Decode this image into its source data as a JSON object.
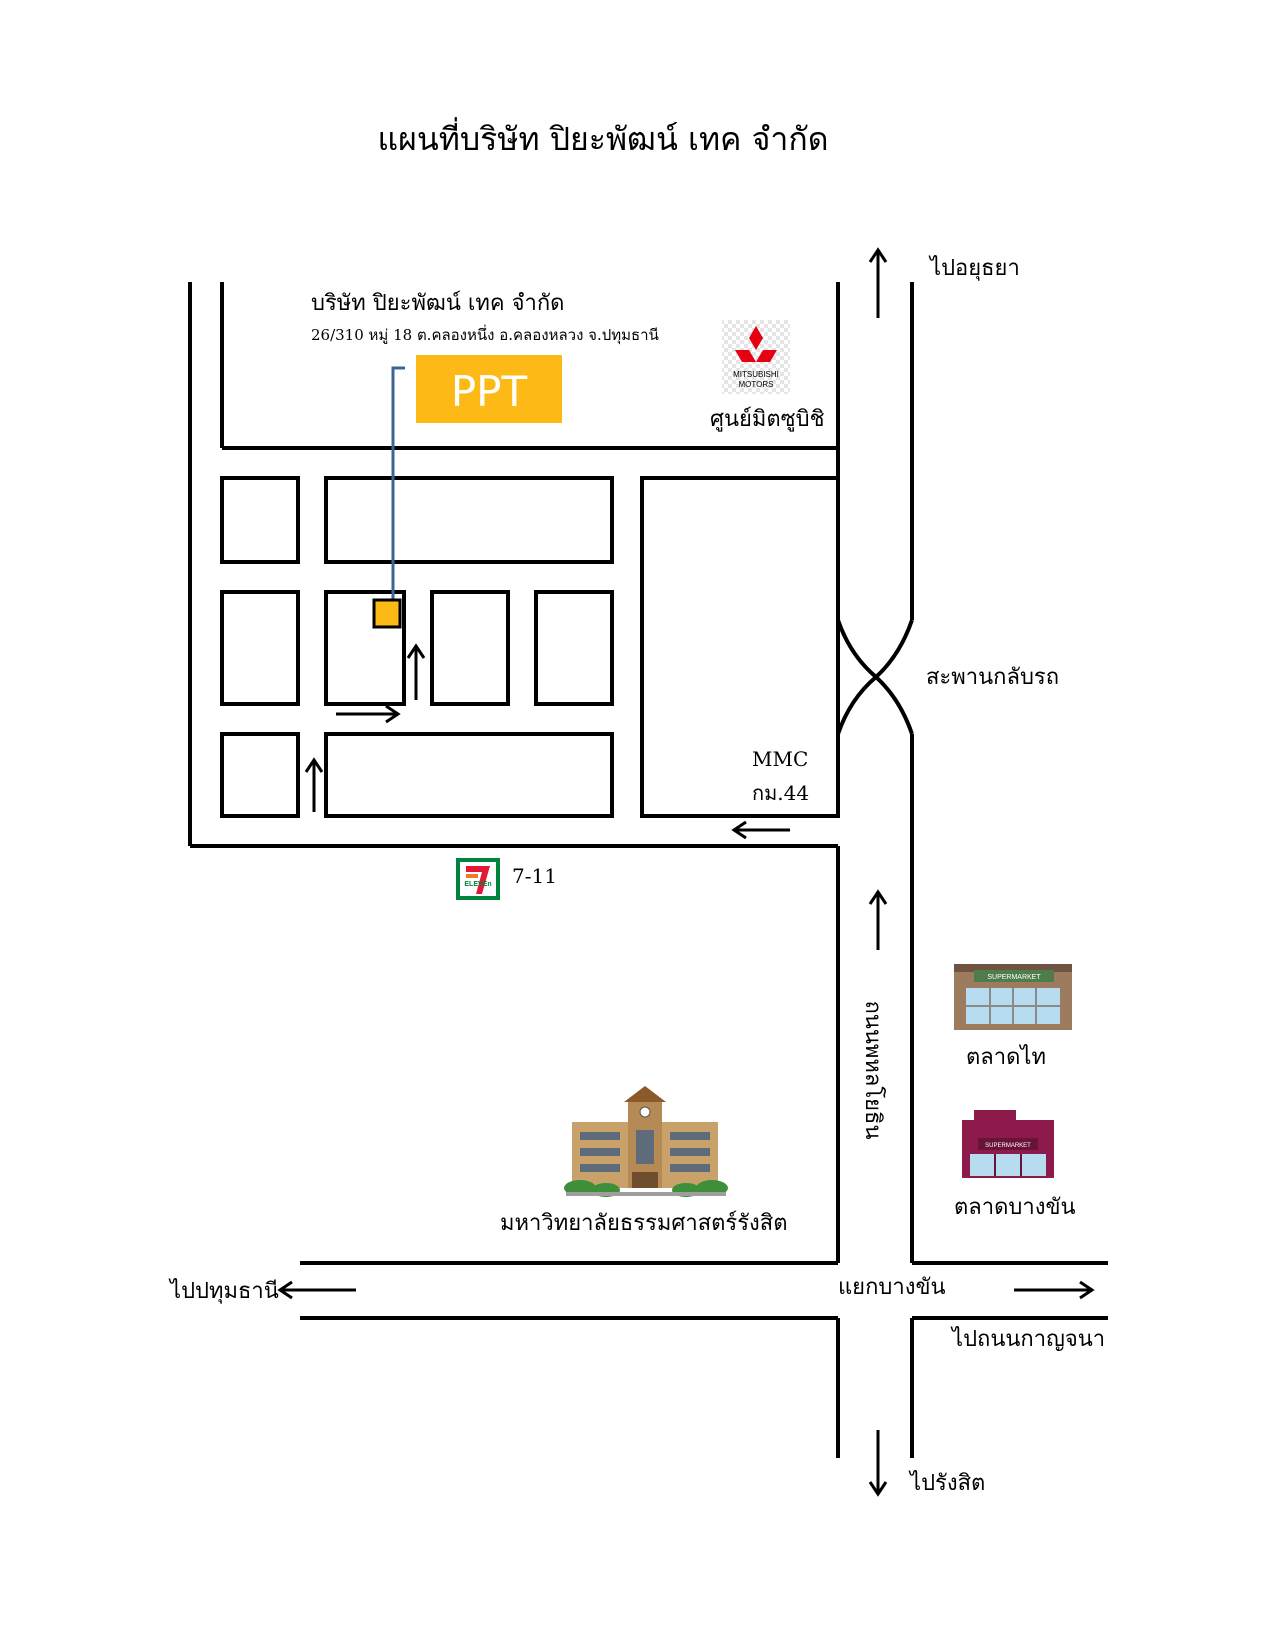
{
  "title": "แผนที่บริษัท ปิยะพัฒน์ เทค จำกัด",
  "company": {
    "name": "บริษัท ปิยะพัฒน์ เทค จำกัด",
    "address": "26/310 หมู่ 18 ต.คลองหนึ่ง อ.คลองหลวง จ.ปทุมธานี",
    "logo_text": "PPT"
  },
  "landmarks": {
    "mitsubishi": {
      "logo_text_1": "MITSUBISHI",
      "logo_text_2": "MOTORS",
      "label": "ศูนย์มิตซูบิชิ"
    },
    "seven_eleven": {
      "logo_text": "ELEVEn",
      "label": "7-11"
    },
    "mmc": {
      "line1": "MMC",
      "line2": "กม.44"
    },
    "university": {
      "label": "มหาวิทยาลัยธรรมศาสตร์รังสิต"
    },
    "talad_thai": {
      "sign_text": "SUPERMARKET",
      "label": "ตลาดไท"
    },
    "talad_bangkhan": {
      "sign_text": "SUPERMARKET",
      "label": "ตลาดบางขัน"
    },
    "bridge": {
      "label": "สะพานกลับรถ"
    }
  },
  "roads": {
    "main_road": "ถนนพหลโยธิน",
    "junction": "แยกบางขัน"
  },
  "directions": {
    "north": "ไปอยุธยา",
    "south": "ไปรังสิต",
    "west": "ไปปทุมธานี",
    "east": "ไปถนนกาญจนา"
  },
  "colors": {
    "ppt_orange": "#fdb915",
    "marker_line": "#3e6491",
    "mitsubishi_red": "#e60012",
    "seven_green": "#00843d",
    "seven_orange": "#f47920",
    "seven_red": "#e31837",
    "supermarket_maroon": "#8c1a4b",
    "building_tan": "#c9a26b"
  },
  "icons": [
    "up-arrow-icon",
    "down-arrow-icon",
    "left-arrow-icon",
    "right-arrow-icon",
    "mitsubishi-logo-icon",
    "seven-eleven-logo-icon",
    "university-building-icon",
    "supermarket-icon"
  ]
}
